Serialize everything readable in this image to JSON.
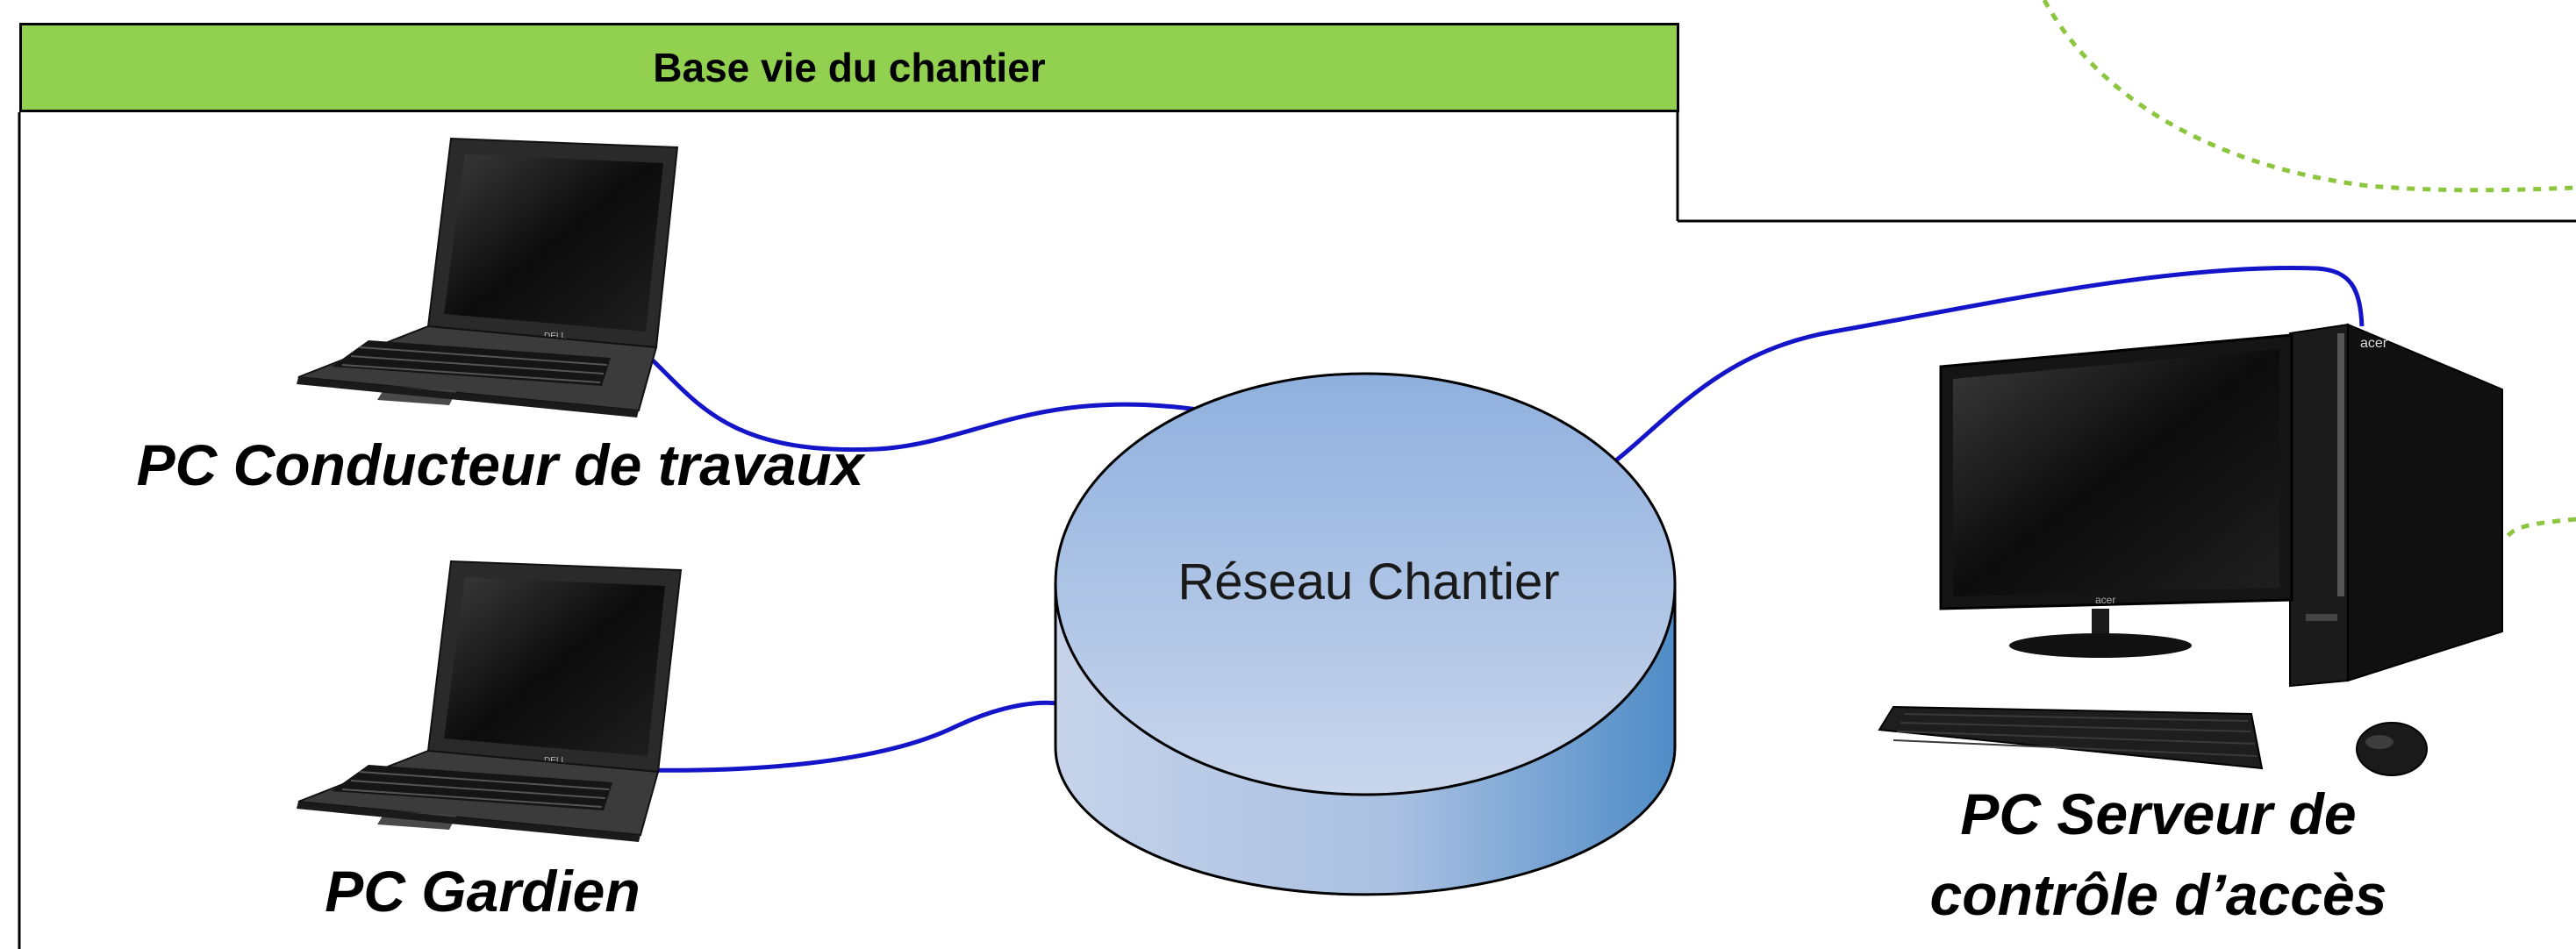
{
  "zone": {
    "title": "Base vie du chantier",
    "fill_color": "#92d050"
  },
  "network": {
    "label": "Réseau Chantier",
    "top_color": "#8fb0de",
    "side_color": "#5b92c8"
  },
  "nodes": {
    "conducteur": {
      "label": "PC Conducteur de travaux",
      "icon": "laptop-icon"
    },
    "gardien": {
      "label": "PC Gardien",
      "icon": "laptop-icon"
    },
    "serveur": {
      "label_line1": "PC Serveur de",
      "label_line2": "contrôle d’accès",
      "icon": "desktop-computer-icon"
    }
  },
  "links": {
    "cable_color": "#1414c8",
    "dotted_color": "#8cc63f"
  }
}
